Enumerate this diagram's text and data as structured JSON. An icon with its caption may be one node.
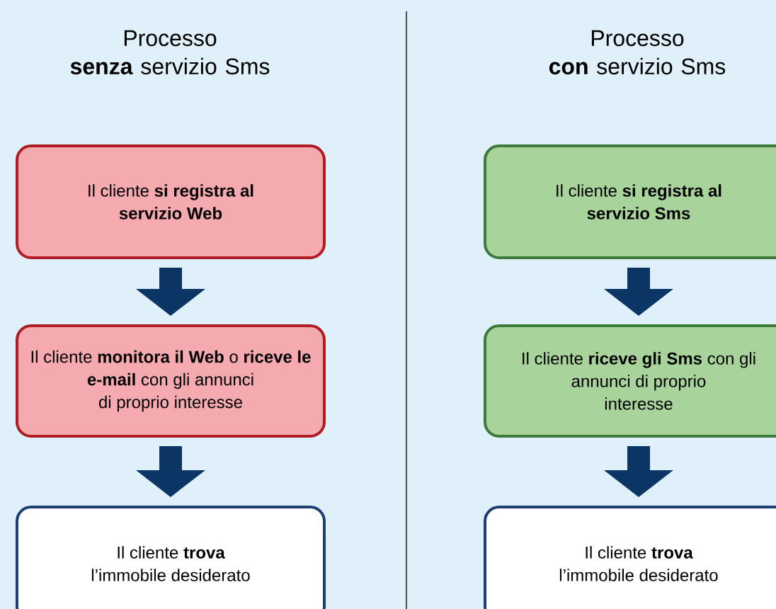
{
  "diagram": {
    "nodes": [
      {
        "text": [
          "Il cliente **si registra al servizio Web**"
        ]
      },
      {
        "text": [
          "Il cliente **monitora il Web** o **riceve le e-mail** con gli annunci di proprio interesse"
        ]
      },
      {
        "text": [
          "Il cliente **trova** l’immobile desiderato"
        ]
      },
      {
        "text": [
          "Il cliente **si registra al servizio Sms**"
        ]
      },
      {
        "text": [
          "Il cliente **riceve gli Sms** con gli annunci di proprio interesse"
        ]
      },
      {
        "text": [
          "Il cliente **trova** l’immobile desiderato"
        ]
      }
    ],
    "edges": [
      {
        "from": 0,
        "to": 1,
        "arrow": "to"
      },
      {
        "from": 1,
        "to": 2,
        "arrow": "to"
      },
      {
        "from": 3,
        "to": 4,
        "arrow": "to"
      },
      {
        "from": 4,
        "to": 5,
        "arrow": "to"
      }
    ],
    "labels": [
      "Processo **senza** servizio Sms",
      "Processo **con** servizio Sms"
    ]
  }
}
